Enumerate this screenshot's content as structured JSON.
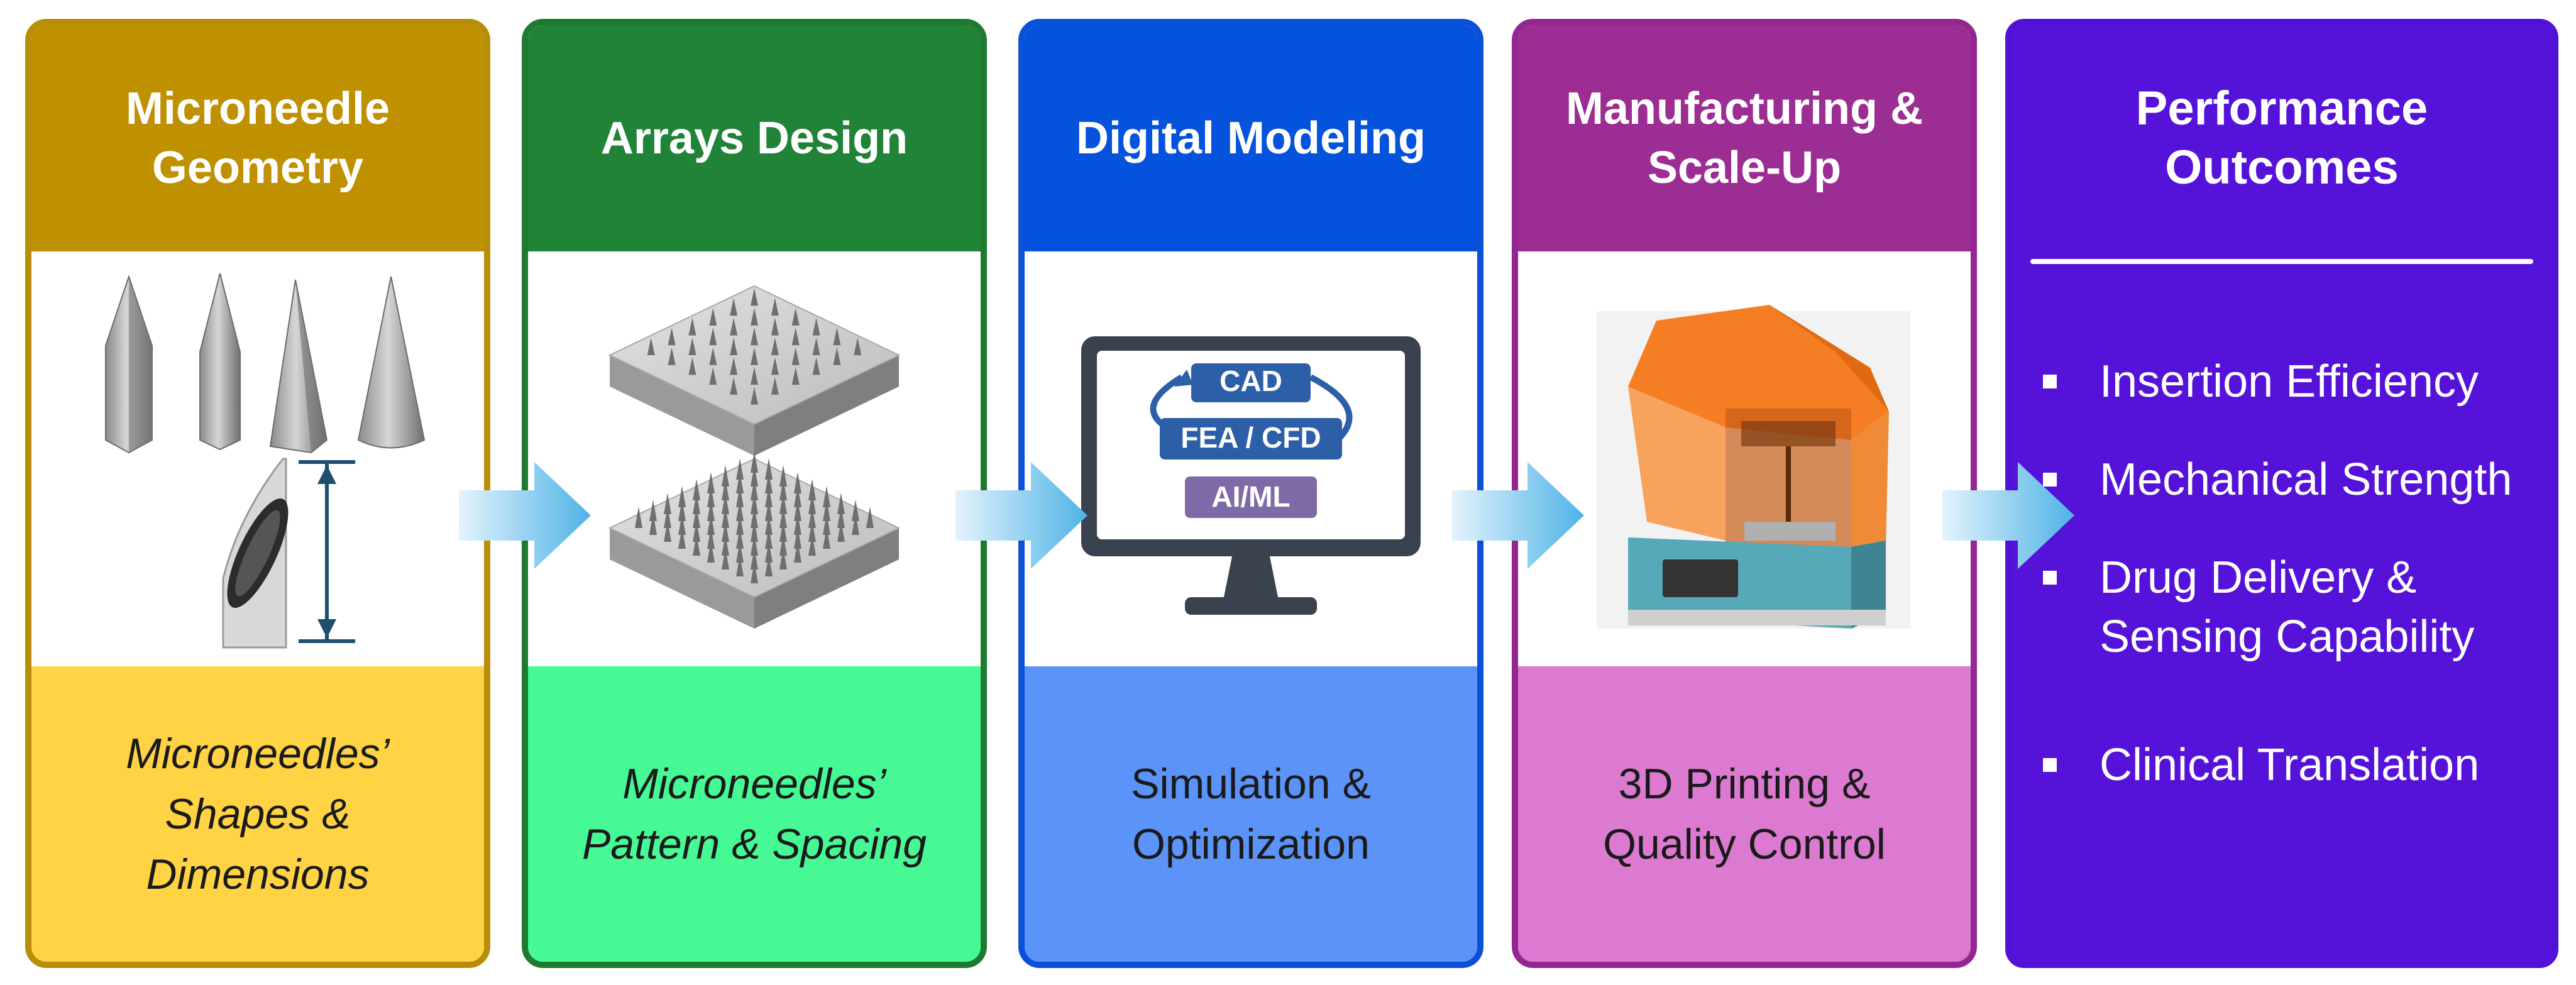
{
  "panels": [
    {
      "title": "Microneedle\nGeometry",
      "caption": "Microneedles’\nShapes &\nDimensions",
      "image_icon": "microneedle-shapes-illustration"
    },
    {
      "title": "Arrays Design",
      "caption": "Microneedles’\nPattern & Spacing",
      "image_icon": "microneedle-array-illustration"
    },
    {
      "title": "Digital Modeling",
      "caption": "Simulation &\nOptimization",
      "image_icon": "computer-monitor-icon",
      "screen_labels": [
        "CAD",
        "FEA / CFD",
        "AI/ML"
      ]
    },
    {
      "title": "Manufacturing &\nScale-Up",
      "caption": "3D Printing &\nQuality Control",
      "image_icon": "3d-printer-illustration"
    }
  ],
  "outcomes": {
    "title": "Performance\nOutcomes",
    "items": [
      "Insertion Efficiency",
      "Mechanical Strength",
      "Drug Delivery &\nSensing Capability",
      "Clinical Translation"
    ]
  },
  "colors": {
    "geometry": "#bf9000",
    "arrays": "#218337",
    "modeling": "#0553dd",
    "manufacturing": "#9b2d93",
    "outcomes": "#5512d8",
    "arrow": "#5bb8e6"
  }
}
